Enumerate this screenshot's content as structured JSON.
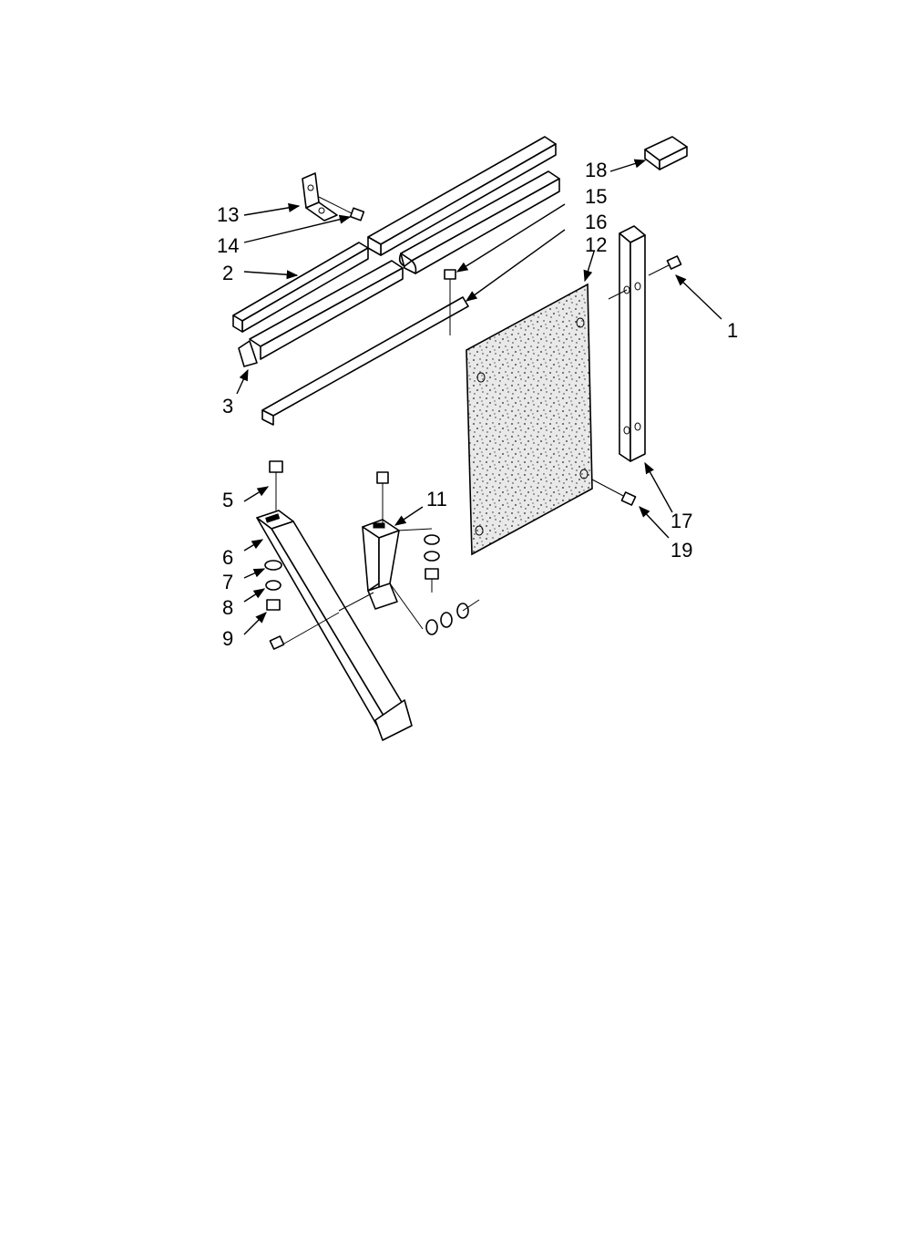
{
  "diagram": {
    "callouts": [
      {
        "id": "1",
        "label": "1"
      },
      {
        "id": "2",
        "label": "2"
      },
      {
        "id": "3",
        "label": "3"
      },
      {
        "id": "5",
        "label": "5"
      },
      {
        "id": "6",
        "label": "6"
      },
      {
        "id": "7",
        "label": "7"
      },
      {
        "id": "8",
        "label": "8"
      },
      {
        "id": "9",
        "label": "9"
      },
      {
        "id": "11",
        "label": "11"
      },
      {
        "id": "12",
        "label": "12"
      },
      {
        "id": "13",
        "label": "13"
      },
      {
        "id": "14",
        "label": "14"
      },
      {
        "id": "15",
        "label": "15"
      },
      {
        "id": "16",
        "label": "16"
      },
      {
        "id": "17",
        "label": "17"
      },
      {
        "id": "18",
        "label": "18"
      },
      {
        "id": "19",
        "label": "19"
      }
    ]
  }
}
